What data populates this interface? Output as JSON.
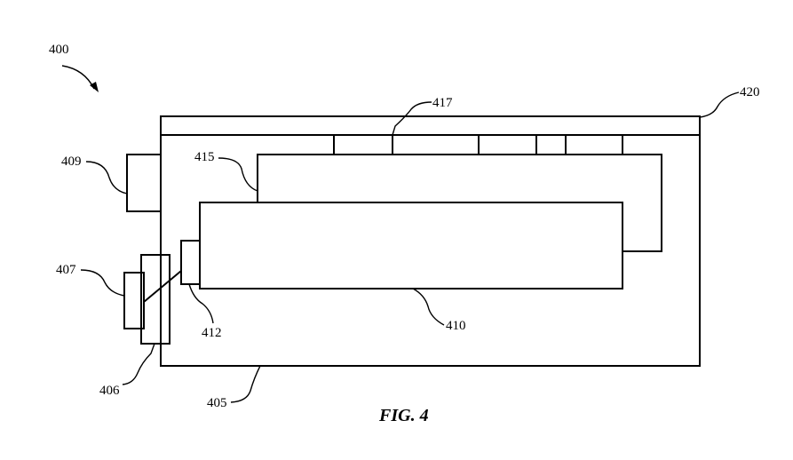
{
  "figure": {
    "caption": "FIG. 4",
    "labels": {
      "r400": "400",
      "r405": "405",
      "r406": "406",
      "r407": "407",
      "r409": "409",
      "r410": "410",
      "r412": "412",
      "r415": "415",
      "r417": "417",
      "r420": "420"
    }
  }
}
